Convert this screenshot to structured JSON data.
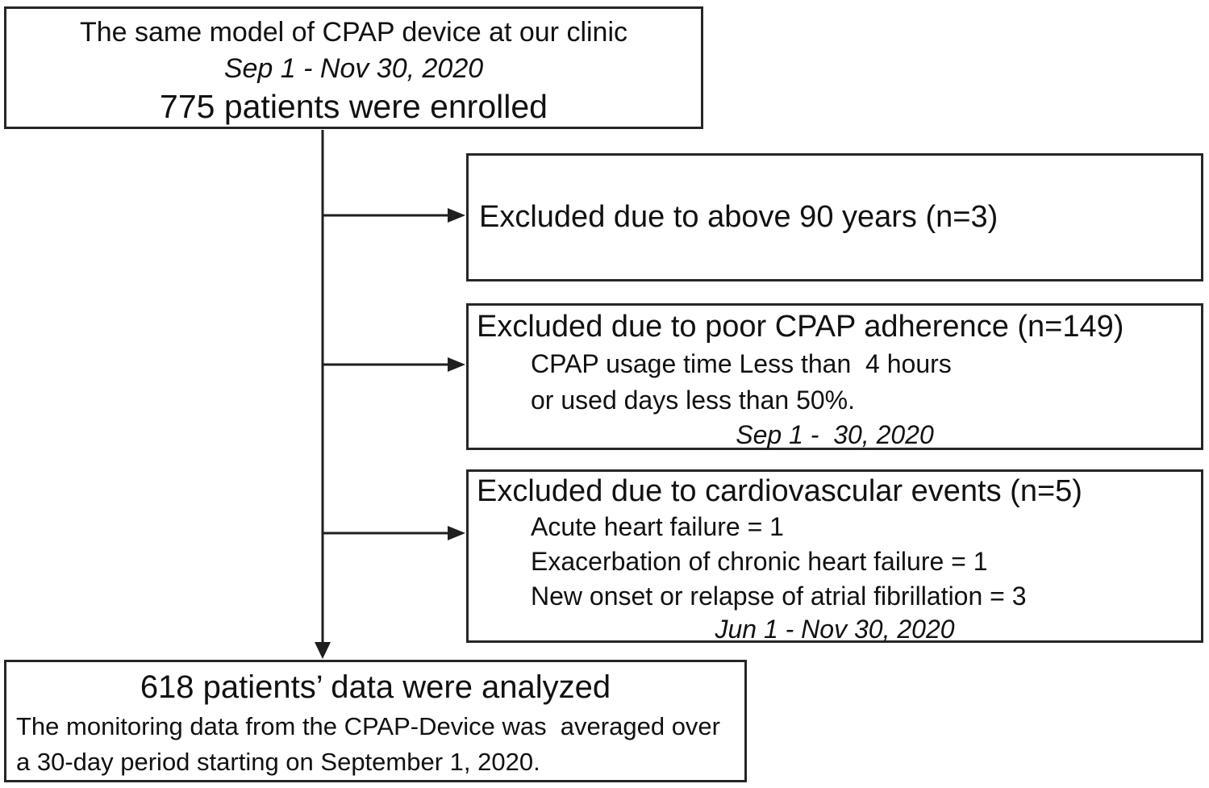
{
  "figure": {
    "type": "patient-flow-diagram",
    "colors": {
      "background": "#ffffff",
      "text": "#111111",
      "border": "#262626",
      "connector": "#1f1f1f"
    },
    "enrollment": {
      "line1": "The same model of CPAP device at our clinic",
      "period": "Sep 1 - Nov 30, 2020",
      "count_line": "775 patients were enrolled"
    },
    "exclusion_age": {
      "title": "Excluded due to above 90 years (n=3)"
    },
    "exclusion_adherence": {
      "title": "Excluded due to poor CPAP adherence (n=149)",
      "detail1": "CPAP usage time Less than  4 hours",
      "detail2": "or used days less than 50%.",
      "period": "Sep 1 -  30, 2020"
    },
    "exclusion_cardiovascular": {
      "title": "Excluded due to cardiovascular events (n=5)",
      "detail1": "Acute heart failure = 1",
      "detail2": "Exacerbation of chronic heart failure = 1",
      "detail3": "New onset or relapse of atrial fibrillation = 3",
      "period": "Jun 1 - Nov 30, 2020"
    },
    "analyzed": {
      "count_line": "618 patients’ data were analyzed",
      "note_line1": "The monitoring data from the CPAP-Device was  averaged over",
      "note_line2": "a 30-day period starting on September 1, 2020."
    }
  }
}
